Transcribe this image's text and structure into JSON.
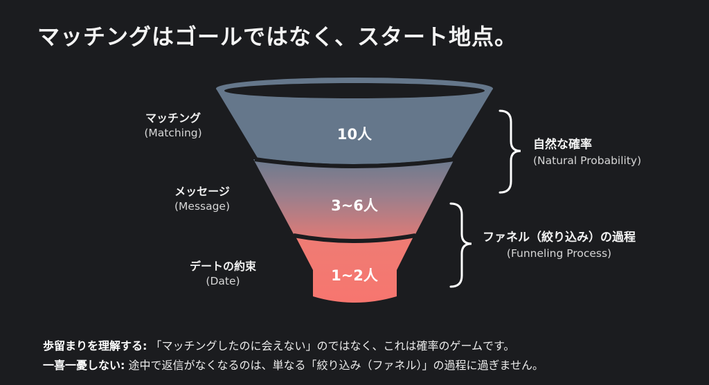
{
  "title": "マッチングはゴールではなく、スタート地点。",
  "colors": {
    "background": "#1b1c1f",
    "funnel_top": "#65778b",
    "funnel_mid_top": "#6b7a8e",
    "funnel_mid_bottom": "#d77878",
    "funnel_bottom": "#f47a72",
    "divider": "#1b1c1f",
    "text": "#ffffff"
  },
  "stages": [
    {
      "label_jp": "マッチング",
      "label_en": "(Matching)",
      "count": "10人"
    },
    {
      "label_jp": "メッセージ",
      "label_en": "(Message)",
      "count": "3~6人"
    },
    {
      "label_jp": "デートの約束",
      "label_en": "(Date)",
      "count": "1~2人"
    }
  ],
  "groups": [
    {
      "label_jp": "自然な確率",
      "label_en": "(Natural Probability)"
    },
    {
      "label_jp": "ファネル（絞り込み）の過程",
      "label_en": "(Funneling Process)"
    }
  ],
  "notes": [
    {
      "key": "歩留まりを理解する:",
      "text": "「マッチングしたのに会えない」のではなく、これは確率のゲームです。"
    },
    {
      "key": "一喜一憂しない:",
      "text": "途中で返信がなくなるのは、単なる「絞り込み（ファネル）」の過程に過ぎません。"
    }
  ],
  "chart_data": {
    "type": "funnel",
    "title": "マッチングはゴールではなく、スタート地点。",
    "categories": [
      "マッチング (Matching)",
      "メッセージ (Message)",
      "デートの約束 (Date)"
    ],
    "values": [
      "10人",
      "3~6人",
      "1~2人"
    ],
    "values_numeric": [
      [
        10,
        10
      ],
      [
        3,
        6
      ],
      [
        1,
        2
      ]
    ],
    "annotations": [
      {
        "span": [
          "Matching",
          "Message"
        ],
        "label": "自然な確率 (Natural Probability)"
      },
      {
        "span": [
          "Message",
          "Date"
        ],
        "label": "ファネル（絞り込み）の過程 (Funneling Process)"
      }
    ]
  }
}
